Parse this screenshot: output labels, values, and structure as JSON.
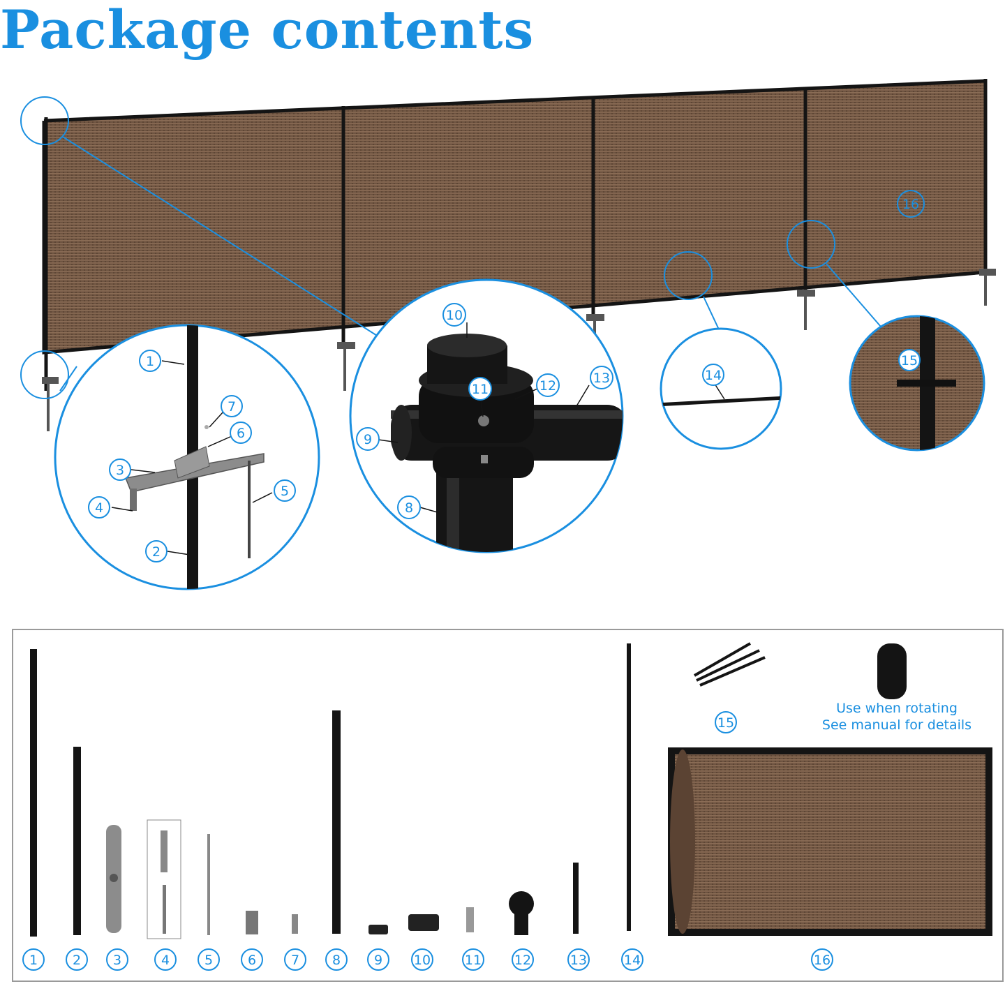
{
  "title": "Package contents",
  "colors": {
    "accent": "#1a8fe0",
    "fabric": "#6e5441",
    "frame": "#141414"
  },
  "callouts": {
    "fence": [
      "16"
    ],
    "ground_detail": [
      "1",
      "7",
      "6",
      "3",
      "4",
      "5",
      "2"
    ],
    "joint_detail": [
      "10",
      "11",
      "12",
      "13",
      "9",
      "8"
    ],
    "cable_detail": [
      "14"
    ],
    "tie_detail": [
      "15"
    ]
  },
  "parts": [
    {
      "num": "1",
      "name": "long-pole"
    },
    {
      "num": "2",
      "name": "lower-pole"
    },
    {
      "num": "3",
      "name": "base-plate"
    },
    {
      "num": "4",
      "name": "anchors-and-screws"
    },
    {
      "num": "5",
      "name": "ground-spike"
    },
    {
      "num": "6",
      "name": "bolt"
    },
    {
      "num": "7",
      "name": "screw"
    },
    {
      "num": "8",
      "name": "middle-pole"
    },
    {
      "num": "9",
      "name": "end-cap"
    },
    {
      "num": "10",
      "name": "top-cap"
    },
    {
      "num": "11",
      "name": "small-bolt"
    },
    {
      "num": "12",
      "name": "connector-clamp"
    },
    {
      "num": "13",
      "name": "short-rod"
    },
    {
      "num": "14",
      "name": "tension-cable"
    },
    {
      "num": "15",
      "name": "zip-ties"
    },
    {
      "num": "16",
      "name": "privacy-screen-roll"
    }
  ],
  "note": {
    "line1": "Use when rotating",
    "line2": "See manual for details"
  }
}
